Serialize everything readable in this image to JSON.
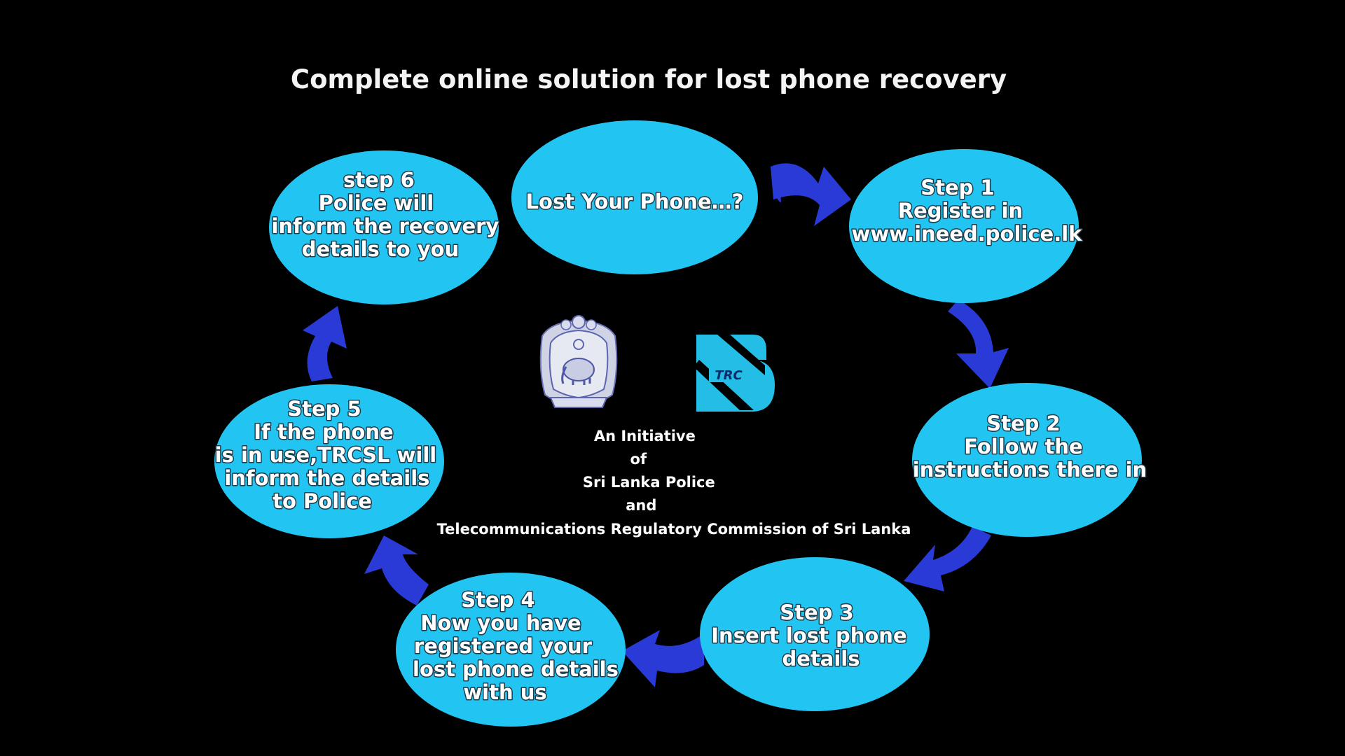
{
  "title": "Complete online solution for lost phone recovery",
  "nodes": [
    {
      "id": "start",
      "lines": [
        "Lost Your Phone…?"
      ]
    },
    {
      "id": "step1",
      "lines": [
        "Step 1",
        "Register in",
        "www.ineed.police.lk"
      ]
    },
    {
      "id": "step2",
      "lines": [
        "Step 2",
        "Follow the",
        "instructions there in"
      ]
    },
    {
      "id": "step3",
      "lines": [
        "Step 3",
        "Insert lost phone",
        "details"
      ]
    },
    {
      "id": "step4",
      "lines": [
        "Step 4",
        "Now you have",
        "registered your",
        "lost phone details",
        "with us"
      ]
    },
    {
      "id": "step5",
      "lines": [
        "Step 5",
        "If the phone",
        "is in use,TRCSL will",
        "inform the details",
        "to Police"
      ]
    },
    {
      "id": "step6",
      "lines": [
        "step 6",
        "Police will",
        "inform the recovery",
        "details  to you"
      ]
    }
  ],
  "initiative": {
    "lines": [
      "An Initiative",
      "of",
      "Sri Lanka Police",
      "and",
      "Telecommunications Regulatory Commission of Sri Lanka"
    ]
  },
  "logos": {
    "police": {
      "icon": "sri-lanka-police-emblem-icon"
    },
    "trc": {
      "icon": "trc-logo-icon",
      "text": "TRC"
    }
  },
  "colors": {
    "background": "#000000",
    "node_fill": "#22c5f2",
    "arrow_fill": "#2a3ad6",
    "text": "#ffffff"
  }
}
